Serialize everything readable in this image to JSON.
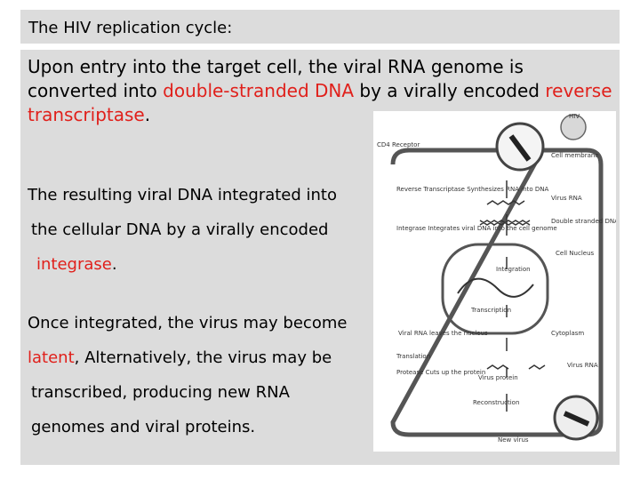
{
  "title": "The HIV replication cycle:",
  "intro": {
    "t1": "Upon entry into the target cell, the viral RNA genome is converted into ",
    "r1": "double-stranded DNA",
    "t2": " by a virally encoded ",
    "r2": "reverse transcriptase",
    "t3": "."
  },
  "para2": {
    "line1": "The resulting viral DNA integrated into",
    "line2": "the cellular DNA by a virally encoded",
    "red": "integrase",
    "end": "."
  },
  "para3": {
    "line1": "Once integrated, the virus may become",
    "red": "latent",
    "line2_rest": ", Alternatively, the virus may be",
    "line3": "transcribed, producing new RNA",
    "line4": "genomes and viral proteins."
  },
  "diagram": {
    "hiv": "HIV",
    "cd4": "CD4 Receptor",
    "membrane": "Cell membrane",
    "rt": "Reverse Transcriptase Synthesizes RNA into DNA",
    "viral_rna": "Virus RNA",
    "dsdna": "Double stranded DNA",
    "integrase": "Integrase Integrates viral DNA into the cell genome",
    "nucleus": "Cell Nucleus",
    "integration": "Integration",
    "transcription": "Transcription",
    "leaves": "Viral RNA leaves the nucleus",
    "cytoplasm": "Cytoplasm",
    "translation": "Translation",
    "protease": "Protease Cuts up the protein",
    "virus_protein": "Virus protein",
    "virus_rna2": "Virus RNA",
    "reconstruction": "Reconstruction",
    "new_virus": "New virus"
  }
}
